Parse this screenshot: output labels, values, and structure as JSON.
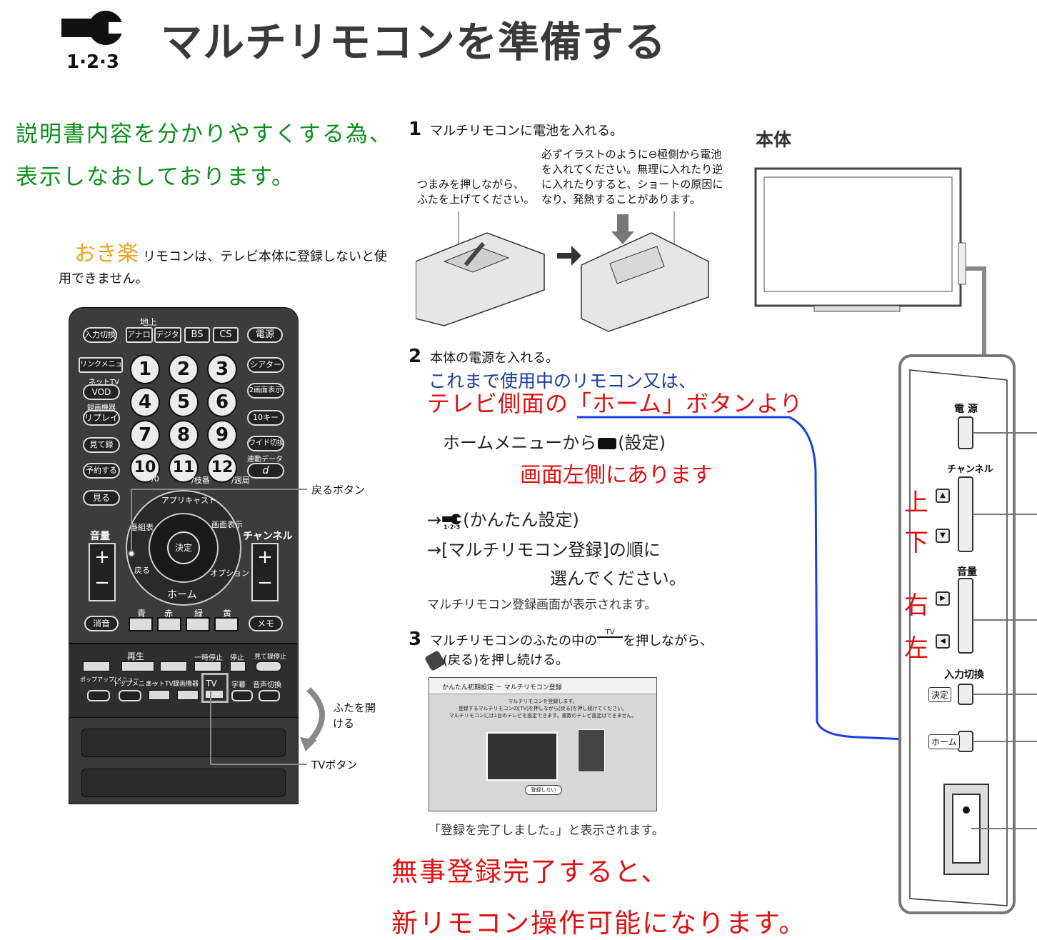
{
  "header": {
    "icon_label": "1·2·3",
    "title": "マルチリモコンを準備する"
  },
  "note": {
    "line1": "説明書内容を分かりやすくする為、",
    "line2": "表示しなおしております。"
  },
  "remote_intro": {
    "brand": "おき楽",
    "text": "リモコンは、テレビ本体に登録しないと使用できません。"
  },
  "remote": {
    "top_group": "地上",
    "buttons_top": [
      "入力切換",
      "アナログ",
      "デジタル",
      "BS",
      "CS",
      "電源"
    ],
    "left_col": [
      "リンクメニュー",
      "ネットTV",
      "VOD",
      "録画機器",
      "リプレイ",
      "見て録",
      "予約する",
      "見る"
    ],
    "numbers": [
      "1",
      "2",
      "3",
      "4",
      "5",
      "6",
      "7",
      "8",
      "9",
      "10",
      "11",
      "12"
    ],
    "num_subs": [
      "/0",
      "/枝番",
      "/週局"
    ],
    "right_col": [
      "シアター",
      "2画面表示",
      "10キー",
      "ワイド切換",
      "連動データ",
      "d"
    ],
    "ring": [
      "アプリキャスト",
      "番組表",
      "画面表示",
      "戻る",
      "オプション",
      "ホーム",
      "決定"
    ],
    "volume": "音量",
    "channel": "チャンネル",
    "color_keys": [
      "青",
      "赤",
      "緑",
      "黄"
    ],
    "mute": "消音",
    "memo": "メモ",
    "lower_labels": [
      "再生",
      "一時停止",
      "停止",
      "見て録停止",
      "ポップアップ/メニュー",
      "トップメニュー",
      "ネットTV",
      "録画機器",
      "TV",
      "字幕",
      "音声切換"
    ],
    "callouts": {
      "back": "戻るボタン",
      "lid": "ふたを開ける",
      "tv": "TVボタン"
    }
  },
  "step1": {
    "num": "1",
    "text": "マルチリモコンに電池を入れる。",
    "hint_left": [
      "つまみを押しながら、",
      "ふたを上げてください。"
    ],
    "hint_right": [
      "必ずイラストのように⊖極側から電池",
      "を入れてください。無理に入れたり逆",
      "に入れたりすると、ショートの原因に",
      "なり、発熱することがあります。"
    ]
  },
  "step2": {
    "num": "2",
    "text": "本体の電源を入れる。",
    "blue_note": "これまで使用中のリモコン又は、",
    "red_note": "テレビ側面の「ホーム」ボタンより",
    "menu_line": "ホームメニューから",
    "menu_suffix": "(設定)",
    "red_note2": "画面左側にあります",
    "arrow1": "→",
    "arrow1_text": "(かんたん設定)",
    "arrow2": "→[マルチリモコン登録]の順に",
    "arrow2_cont": "選んでください。",
    "result": "マルチリモコン登録画面が表示されます。"
  },
  "step3": {
    "num": "3",
    "text_a": "マルチリモコンのふたの中の",
    "text_b": "を押しながら、",
    "text_c": "(戻る)を押し続ける。",
    "tv_key": "TV",
    "screen_title": "かんたん初期設定 － マルチリモコン登録",
    "screen_lines": [
      "マルチリモコンを登録します。",
      "登録するマルチリモコンの[TV]を押しながら[戻る]を押し続けてください。",
      "マルチリモコンには1台のテレビを設定できます。複数のテレビ設定はできません。"
    ],
    "screen_button": "登録しない",
    "done": "「登録を完了しました。」と表示されます。"
  },
  "final": {
    "line1": "無事登録完了すると、",
    "line2": "新リモコン操作可能になります。"
  },
  "tv_unit": {
    "label": "本体",
    "power": "電 源",
    "channel": "チャンネル",
    "volume": "音量",
    "input": "入力切換",
    "enter": "決定",
    "home": "ホーム",
    "dirs": [
      "上",
      "下",
      "右",
      "左"
    ]
  },
  "colors": {
    "green": "#0b8f1a",
    "red": "#e01010",
    "blue": "#1c3c9c",
    "accent": "#f0a020"
  }
}
